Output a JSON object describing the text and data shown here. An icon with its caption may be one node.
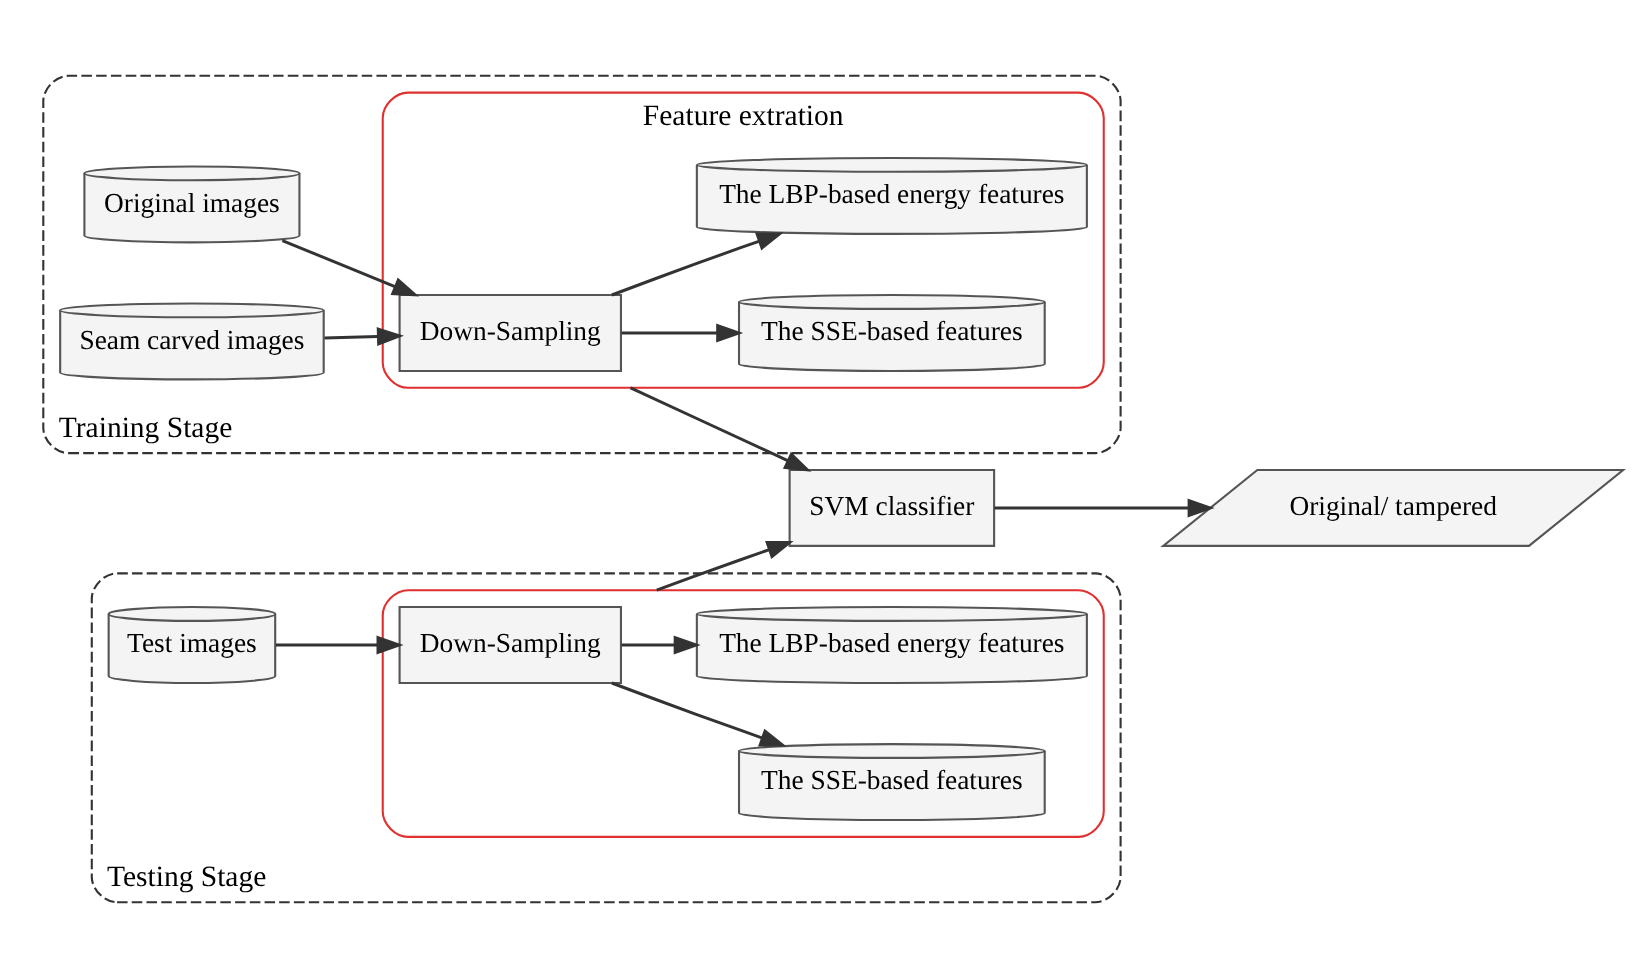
{
  "diagram": {
    "nodes": [
      {
        "text": [
          "Training Stage"
        ]
      },
      {
        "text": [
          "Original images"
        ],
        "in": 0
      },
      {
        "text": [
          "Seam carved images"
        ],
        "in": 0
      },
      {
        "text": [
          "Feature extration"
        ],
        "in": 0
      },
      {
        "text": [
          "Down-Sampling"
        ],
        "in": 3
      },
      {
        "text": [
          "The SSE-based features"
        ],
        "in": 3
      },
      {
        "text": [
          "The LBP-based energy features"
        ],
        "in": 3
      },
      {
        "text": [
          "SVM classifier"
        ]
      },
      {
        "text": [
          "Original/ tampered"
        ]
      },
      {
        "text": [
          "Testing Stage"
        ]
      },
      {
        "text": [
          "Test images"
        ],
        "in": 9
      },
      {
        "text": [],
        "shape": "box",
        "in": 9
      },
      {
        "text": [
          "Down-Sampling"
        ],
        "in": 11
      },
      {
        "text": [
          "The SSE-based features"
        ],
        "in": 11
      },
      {
        "text": [
          "The LBP-based energy features"
        ],
        "in": 11
      }
    ],
    "edges": [
      {
        "from": 1,
        "to": 4,
        "arrow": "to"
      },
      {
        "from": 2,
        "to": 4,
        "arrow": "to"
      },
      {
        "from": 4,
        "to": 5,
        "arrow": "to"
      },
      {
        "from": 4,
        "to": 6,
        "arrow": "to"
      },
      {
        "from": 3,
        "to": 7,
        "arrow": "to"
      },
      {
        "from": 11,
        "to": 7,
        "arrow": "to"
      },
      {
        "from": 7,
        "to": 8,
        "arrow": "to"
      },
      {
        "from": 10,
        "to": 12,
        "arrow": "to"
      },
      {
        "from": 12,
        "to": 13,
        "arrow": "to"
      },
      {
        "from": 12,
        "to": 14,
        "arrow": "to"
      }
    ]
  }
}
